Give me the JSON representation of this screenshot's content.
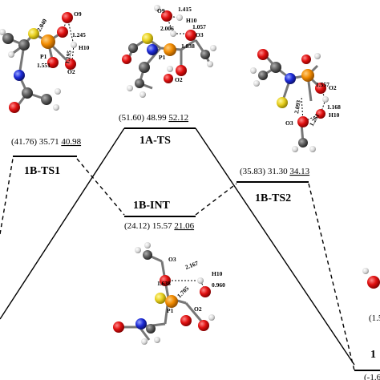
{
  "energy_profile": {
    "states": [
      {
        "id": "1B-TS1",
        "label": "1B-TS1",
        "energy": "(41.76) 35.71",
        "energy_ul": "40.98"
      },
      {
        "id": "1A-TS",
        "label": "1A-TS",
        "energy": "(51.60) 48.99",
        "energy_ul": "52.12"
      },
      {
        "id": "1B-INT",
        "label": "1B-INT",
        "energy": "(24.12) 15.57",
        "energy_ul": "21.06"
      },
      {
        "id": "1B-TS2",
        "label": "1B-TS2",
        "energy": "(35.83) 31.30",
        "energy_ul": "34.13"
      },
      {
        "id": "right-product",
        "label": "1",
        "energy_top": "(1.5",
        "energy_bottom": "(-1.6"
      }
    ]
  },
  "structures": {
    "ts1": {
      "atoms": [
        "O9",
        "P1",
        "H10",
        "O2"
      ],
      "bonds": [
        "2.040",
        "1.245",
        "1.195",
        "1.551"
      ]
    },
    "ats": {
      "atoms": [
        "O9",
        "H10",
        "O3",
        "P1",
        "O2"
      ],
      "bonds": [
        "1.415",
        "2.006",
        "1.057",
        "1.838"
      ]
    },
    "ts2": {
      "atoms": [
        "O2",
        "H10",
        "O3"
      ],
      "bonds": [
        "1.557",
        "2.093",
        "1.168",
        "1.261"
      ]
    },
    "int": {
      "atoms": [
        "O3",
        "H10",
        "P1",
        "O2"
      ],
      "bonds": [
        "2.167",
        "0.960",
        "1.638",
        "1.705"
      ]
    }
  }
}
